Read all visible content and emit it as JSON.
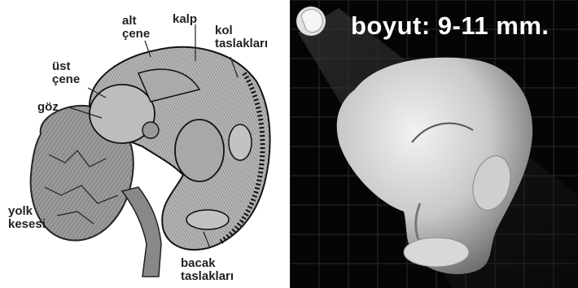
{
  "left_panel": {
    "labels": {
      "alt_cene": "alt\nçene",
      "kalp": "kalp",
      "kol_taslaklari": "kol\ntaslakları",
      "ust_cene": "üst\nçene",
      "goz": "göz",
      "yolk_kesesi": "yolk\nkesesi",
      "bacak_taslaklari": "bacak\ntaslakları"
    }
  },
  "right_panel": {
    "size_text": "boyut: 9-11 mm.",
    "background_color": "#050505",
    "grid_color": "#2a2a2a"
  }
}
